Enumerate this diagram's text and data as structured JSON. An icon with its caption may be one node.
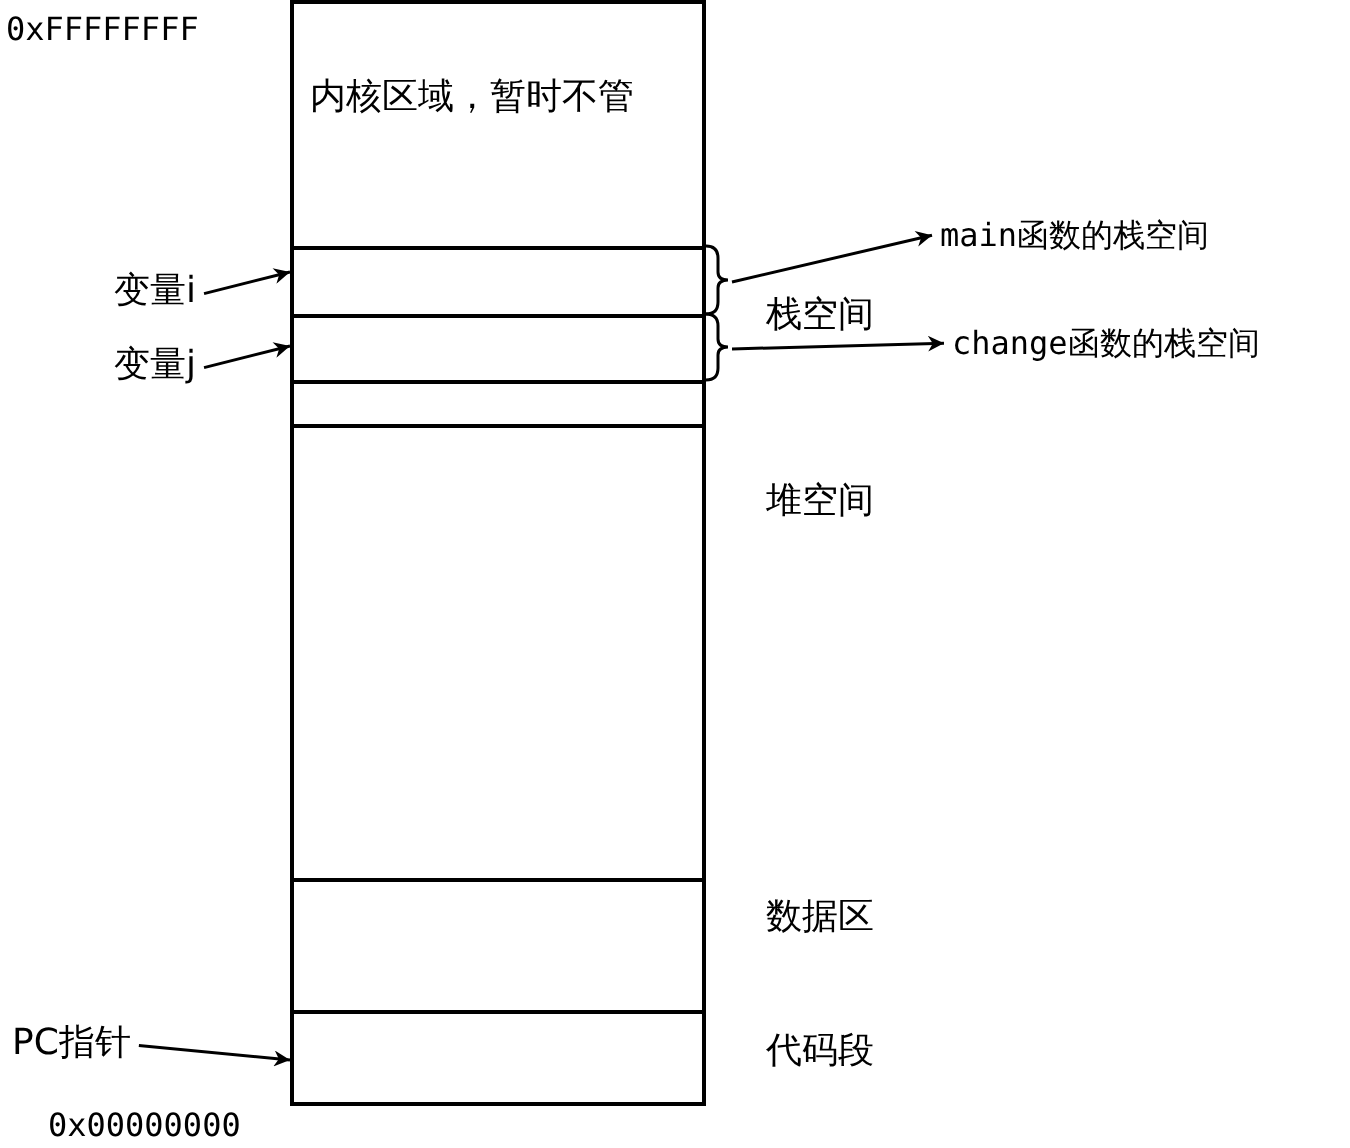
{
  "diagram": {
    "nodes": [
      {
        "text": [
          "内核区域，暂时不管"
        ]
      },
      {
        "text": [],
        "shape": "box"
      },
      {
        "text": [],
        "shape": "box"
      },
      {
        "text": [],
        "shape": "box"
      },
      {
        "text": [],
        "shape": "box",
        "beside": [
          "堆空间"
        ]
      },
      {
        "text": [],
        "shape": "box",
        "beside": [
          "数据区"
        ]
      },
      {
        "text": [],
        "shape": "box",
        "beside": [
          "代码段"
        ]
      },
      {
        "text": [
          "变量i"
        ]
      },
      {
        "text": [
          "变量j"
        ]
      },
      {
        "text": [
          "main函数的栈空间"
        ]
      },
      {
        "text": [
          "change函数的栈空间"
        ]
      },
      {
        "text": [
          "PC指针"
        ]
      }
    ],
    "edges": [
      {
        "from": 7,
        "to": 1,
        "arrow": "to"
      },
      {
        "from": 8,
        "to": 2,
        "arrow": "to"
      },
      {
        "from": 1,
        "to": 9,
        "arrow": "to"
      },
      {
        "from": 2,
        "to": 10,
        "arrow": "to"
      },
      {
        "from": 11,
        "to": 6,
        "arrow": "to"
      }
    ],
    "labels": [
      "0xFFFFFFFF",
      "栈空间",
      "0x00000000"
    ]
  }
}
